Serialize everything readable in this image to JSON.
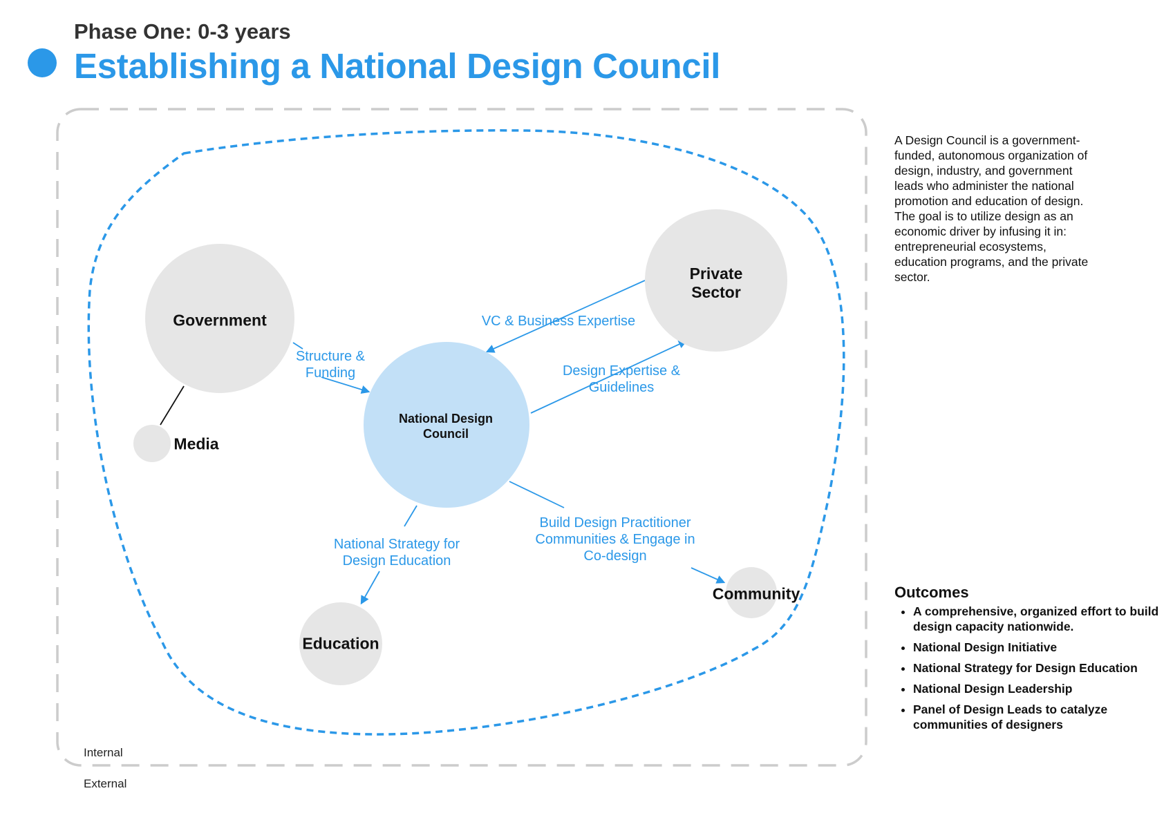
{
  "header": {
    "phase": "Phase One: 0-3 years",
    "title": "Establishing a National Design Council"
  },
  "diagram": {
    "nodes": {
      "government": "Government",
      "media": "Media",
      "council": "National Design Council",
      "private_sector": "Private Sector",
      "education": "Education",
      "community": "Community"
    },
    "edges": {
      "structure_funding": "Structure & Funding",
      "vc_business": "VC & Business Expertise",
      "design_expertise": "Design Expertise & Guidelines",
      "national_strategy": "National Strategy for Design Education",
      "build_communities": "Build Design Practitioner Communities & Engage in Co-design"
    },
    "zones": {
      "internal": "Internal",
      "external": "External"
    }
  },
  "sidebar": {
    "description": "A Design Council is a government-funded, autonomous organization of design, industry, and government leads who administer the national promotion and education of design. The goal is to utilize design as an economic driver by infusing it in: entrepreneurial ecosystems, education programs, and the private sector.",
    "outcomes_title": "Outcomes",
    "outcomes": [
      "A comprehensive, organized effort to build design capacity nationwide.",
      "National Design Initiative",
      "National Strategy for Design Education",
      "National Design Leadership",
      "Panel of Design Leads to catalyze communities of designers"
    ]
  },
  "colors": {
    "accent": "#2b98e8",
    "node_fill": "#e6e6e6",
    "council_fill": "#c2e0f7",
    "dashed_border": "#cccccc"
  }
}
